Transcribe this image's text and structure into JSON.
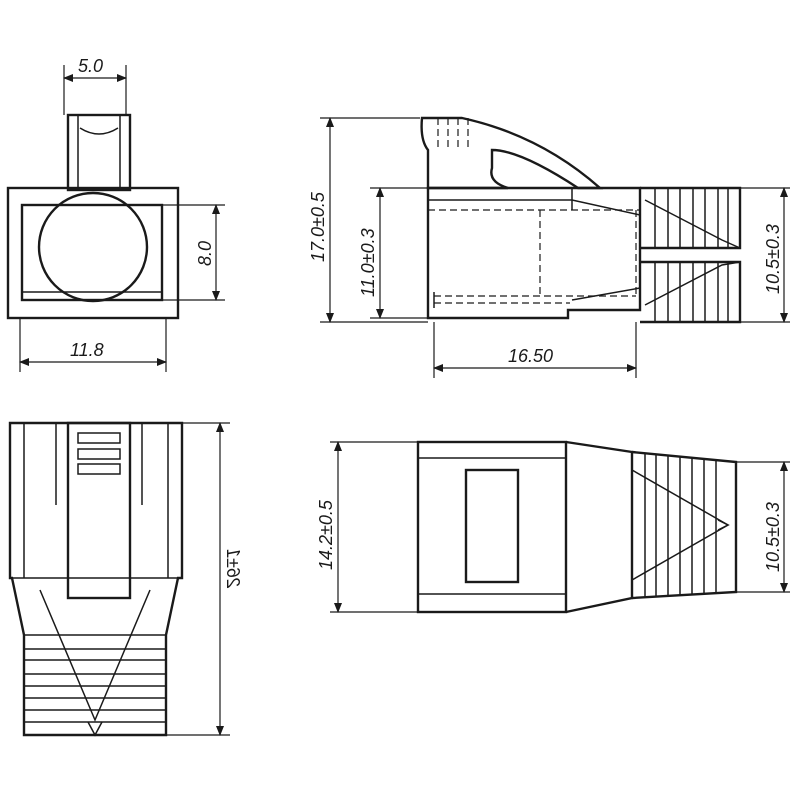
{
  "drawing": {
    "top_left_view": {
      "dim_width_top": "5.0",
      "dim_height_right": "8.0",
      "dim_width_bottom": "11.8"
    },
    "side_view": {
      "dim_total_height": "17.0±0.5",
      "dim_body_height": "11.0±0.3",
      "dim_boot_height": "10.5±0.3",
      "dim_body_length": "16.50"
    },
    "bottom_left_view": {
      "dim_length": "26±1"
    },
    "bottom_right_view": {
      "dim_height": "14.2±0.5",
      "dim_boot_height": "10.5±0.3"
    },
    "colors": {
      "line": "#1a1a1a",
      "background": "#ffffff"
    }
  }
}
